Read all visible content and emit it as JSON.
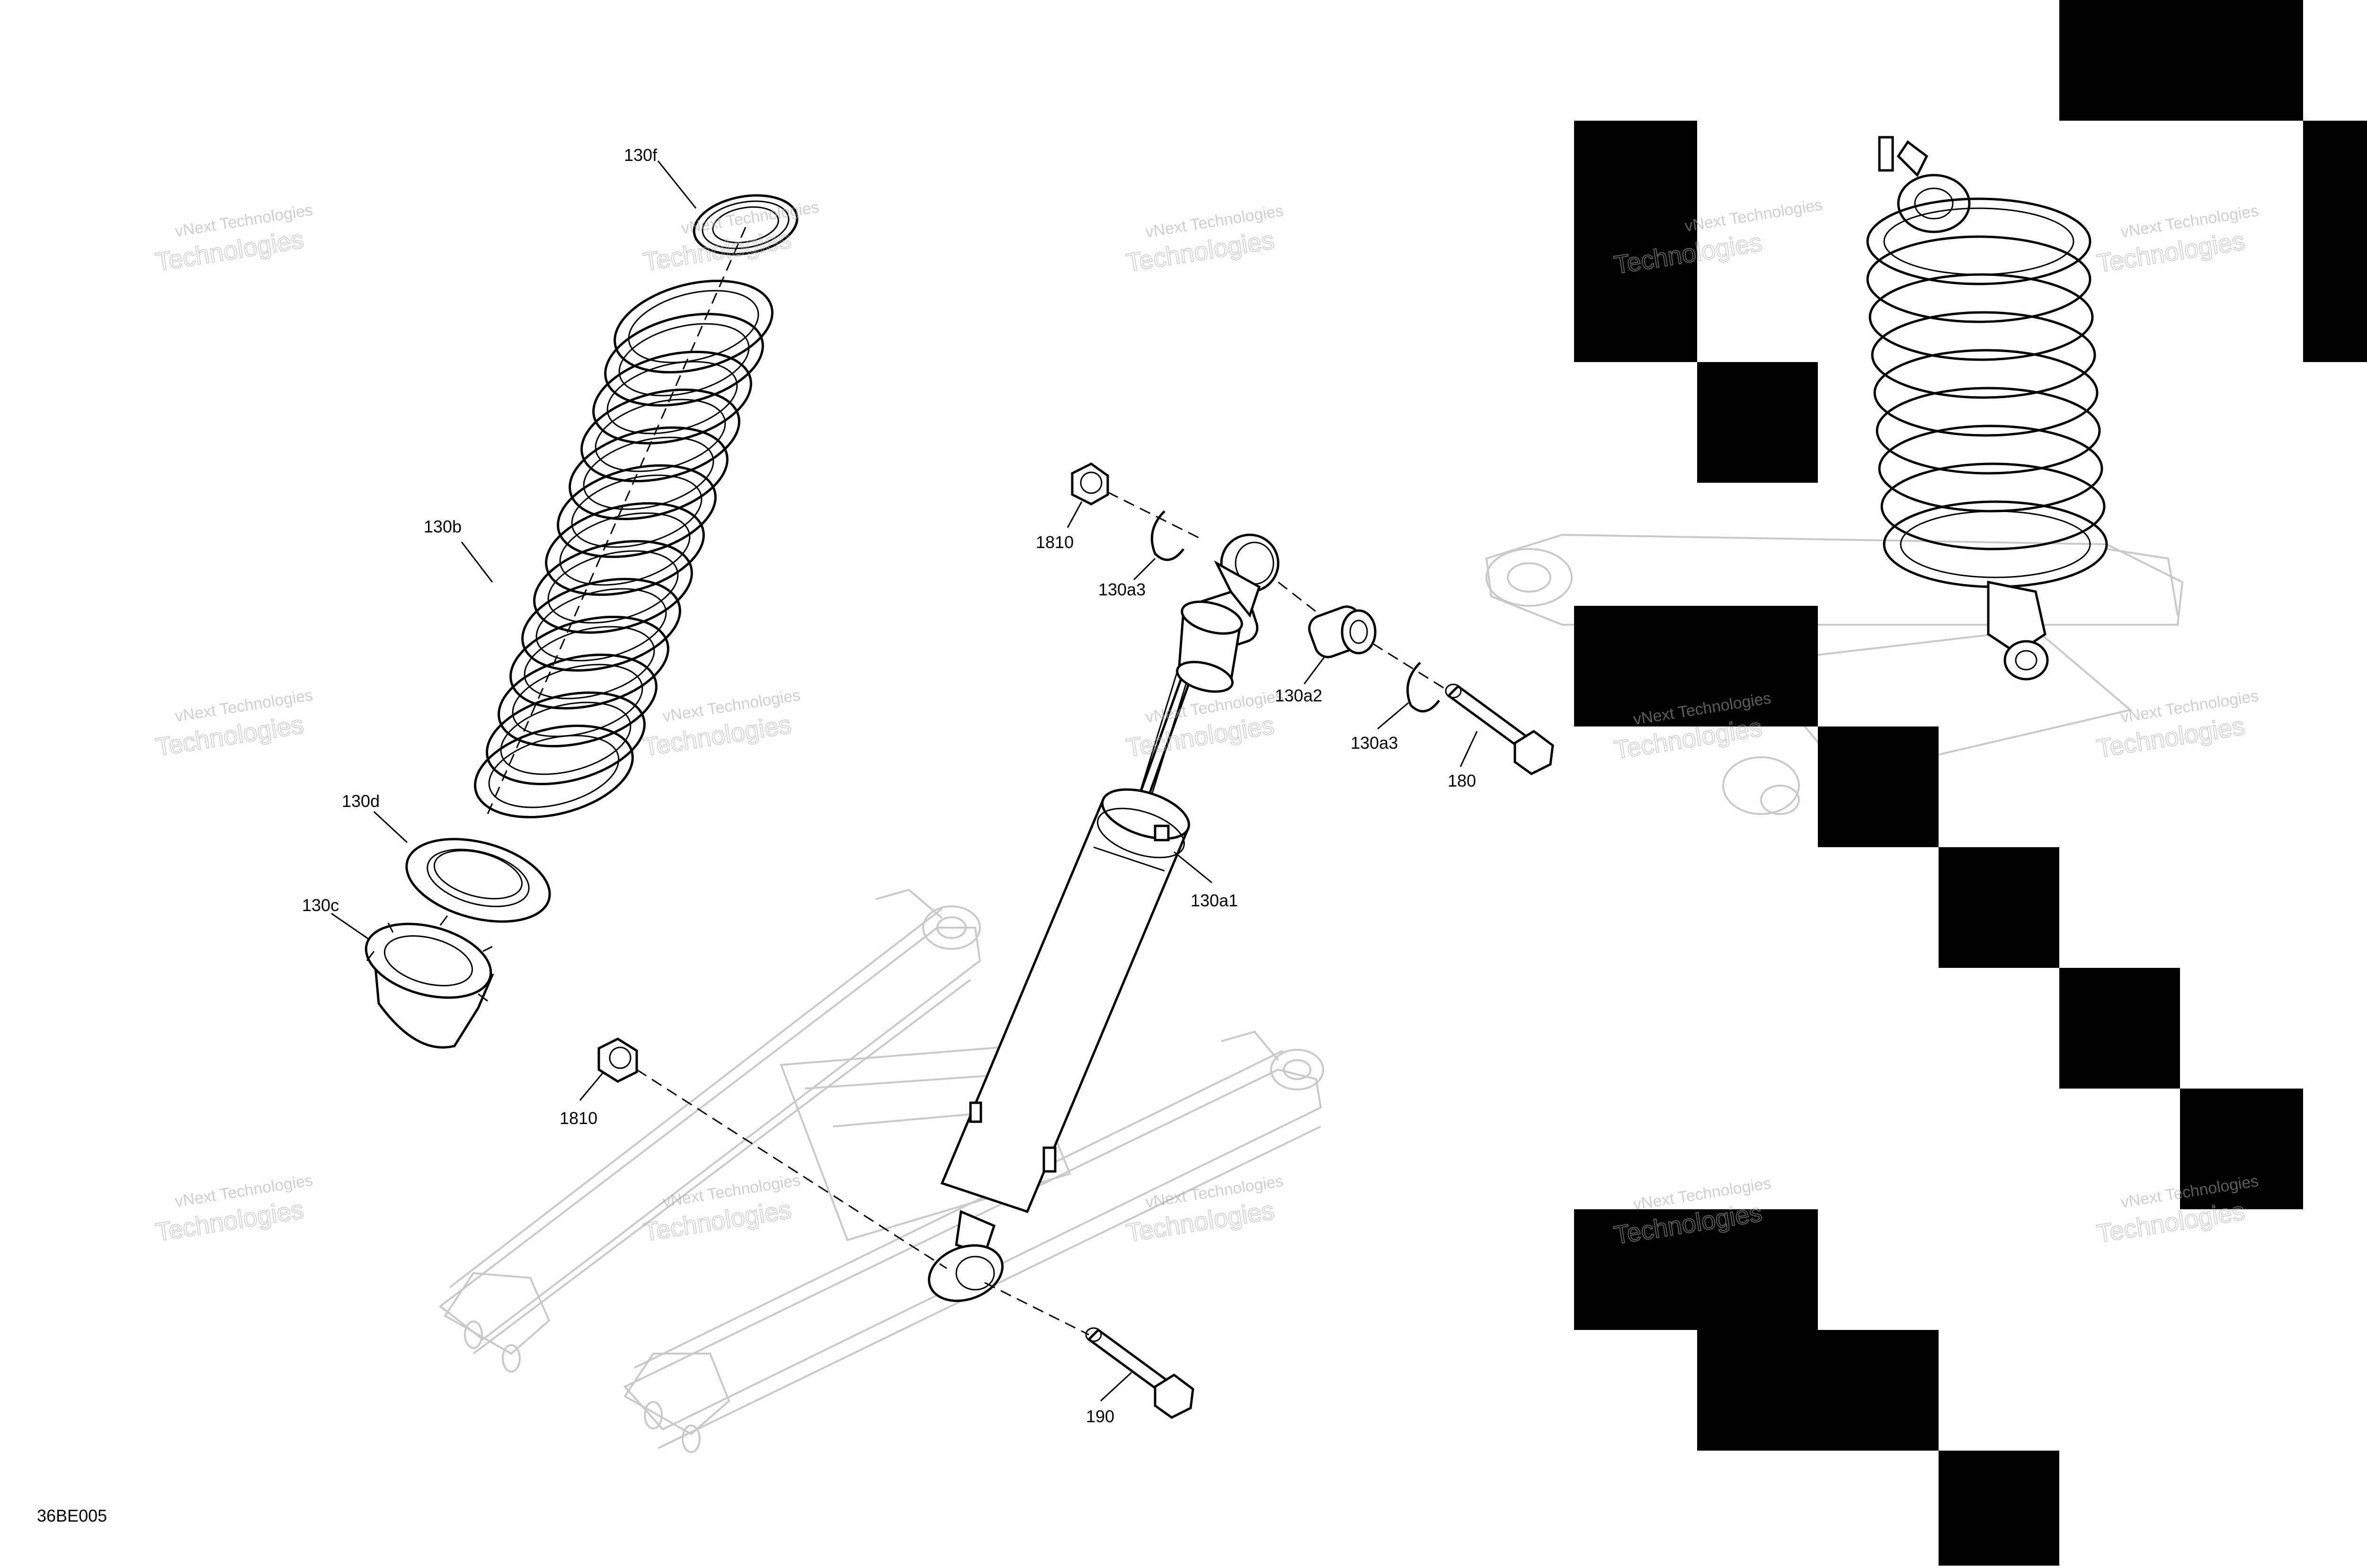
{
  "watermark": {
    "line1": "vNext Technologies",
    "line2": "Technologies"
  },
  "figure_code": "36BE005",
  "callouts": {
    "spring_seat_upper": "130f",
    "spring": "130b",
    "spring_seat_lower": "130d",
    "adjuster_collar": "130c",
    "nut_upper": "1810",
    "nut_lower": "1810",
    "circlip_upper": "130a3",
    "circlip_lower": "130a3",
    "bushing": "130a2",
    "shock_body": "130a1",
    "bolt_upper": "180",
    "bolt_lower": "190"
  }
}
